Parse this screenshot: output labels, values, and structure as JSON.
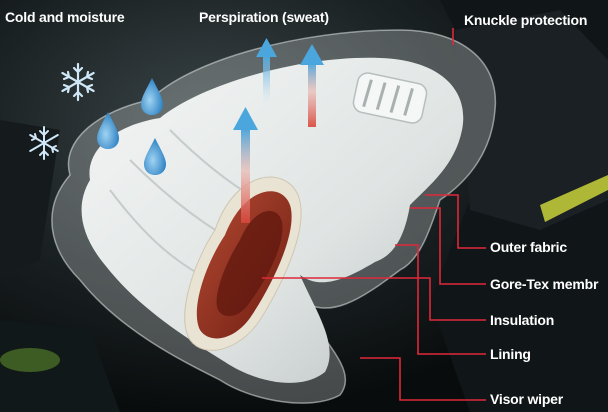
{
  "labels": {
    "cold_moisture": "Cold and moisture",
    "perspiration": "Perspiration (sweat)",
    "knuckle_protection": "Knuckle protection",
    "outer_fabric": "Outer fabric",
    "gore_tex": "Gore-Tex membr",
    "insulation": "Insulation",
    "lining": "Lining",
    "visor_wiper": "Visor wiper"
  },
  "colors": {
    "leader_line": "#e0283a",
    "background": "#0e1213",
    "glove": "#e8eceb",
    "membrane_red": "#8a2a1c",
    "arrow_blue": "#4aa6dd",
    "arrow_red": "#e05a4a",
    "droplet": "#3e93cf"
  },
  "icons": {
    "snowflake": "snowflake-icon",
    "droplet": "water-drop-icon",
    "arrow": "vapor-arrow-icon"
  }
}
